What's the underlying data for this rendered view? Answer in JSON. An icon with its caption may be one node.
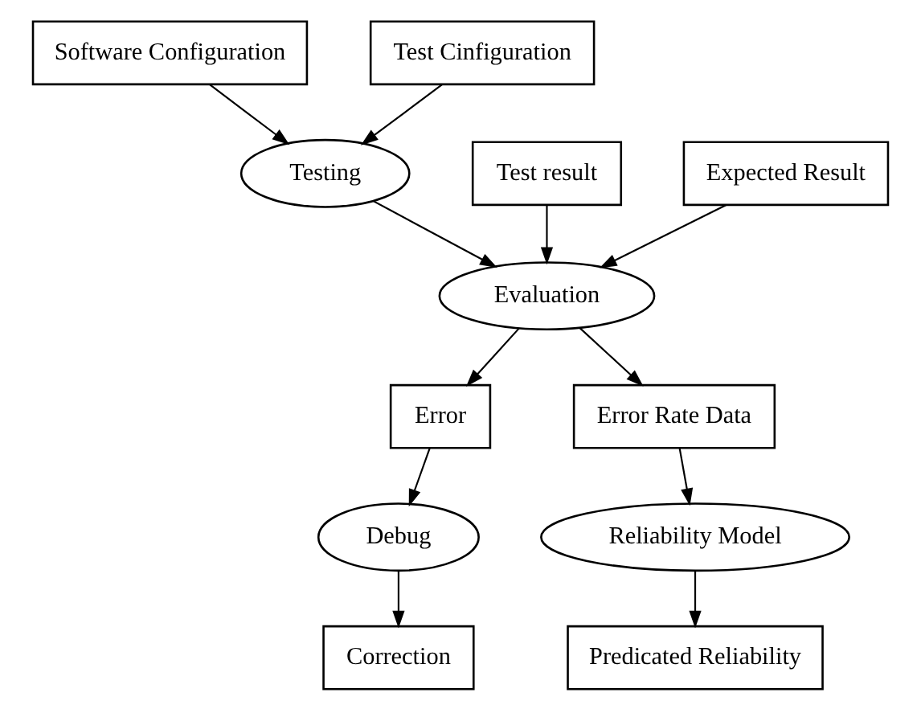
{
  "diagram": {
    "nodes": [
      {
        "text": [
          "Software Configuration"
        ]
      },
      {
        "text": [
          "Test Cinfiguration"
        ]
      },
      {
        "text": [
          "Testing"
        ]
      },
      {
        "text": [
          "Test result"
        ]
      },
      {
        "text": [
          "Evaluation"
        ]
      },
      {
        "text": [
          "Expected Result"
        ]
      },
      {
        "text": [
          "Error"
        ]
      },
      {
        "text": [
          "Error Rate Data"
        ]
      },
      {
        "text": [
          "Debug"
        ]
      },
      {
        "text": [
          "Reliability Model"
        ]
      },
      {
        "text": [
          "Correction"
        ]
      },
      {
        "text": [
          "Predicated Reliability"
        ]
      }
    ],
    "edges": [
      {
        "from": 0,
        "to": 2,
        "arrow": "to"
      },
      {
        "from": 1,
        "to": 2,
        "arrow": "to"
      },
      {
        "from": 2,
        "to": 4,
        "arrow": "to"
      },
      {
        "from": 3,
        "to": 4,
        "arrow": "to"
      },
      {
        "from": 5,
        "to": 4,
        "arrow": "to"
      },
      {
        "from": 4,
        "to": 6,
        "arrow": "to"
      },
      {
        "from": 4,
        "to": 7,
        "arrow": "to"
      },
      {
        "from": 6,
        "to": 8,
        "arrow": "to"
      },
      {
        "from": 7,
        "to": 9,
        "arrow": "to"
      },
      {
        "from": 8,
        "to": 10,
        "arrow": "to"
      },
      {
        "from": 9,
        "to": 11,
        "arrow": "to"
      }
    ]
  }
}
